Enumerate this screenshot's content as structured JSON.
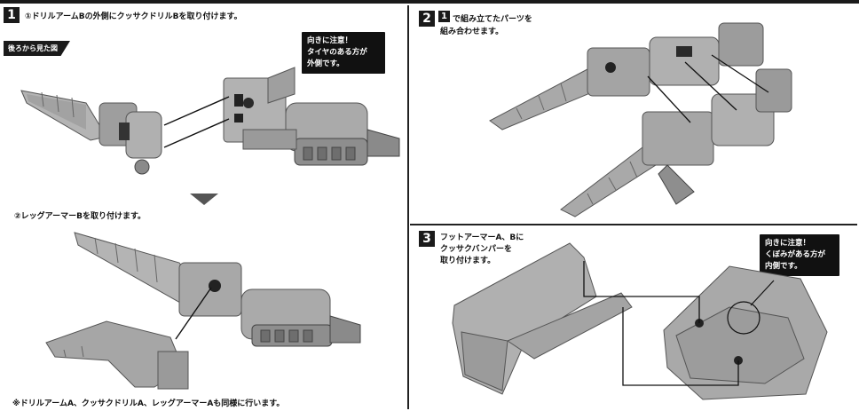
{
  "step1": {
    "number": "1",
    "instruction": "①ドリルアームBの外側にクッサクドリルBを取り付けます。",
    "view_tag": "後ろから見た図",
    "note_line1": "向きに注意！",
    "note_line2": "タイヤのある方が",
    "note_line3": "外側です。",
    "instruction2": "②レッグアーマーBを取り付けます。",
    "footnote": "※ドリルアームA、クッサクドリルA、レッグアーマーAも同様に行います。"
  },
  "step2": {
    "number": "2",
    "inline_number": "1",
    "line1": "で組み立てたパーツを",
    "line2": "組み合わせます。"
  },
  "step3": {
    "number": "3",
    "line1": "フットアーマーA、Bに",
    "line2": "クッサクバンパーを",
    "line3": "取り付けます。",
    "note_line1": "向きに注意！",
    "note_line2": "くぼみがある方が",
    "note_line3": "内側です。"
  },
  "colors": {
    "part_fill": "#a9a9a9",
    "part_shadow": "#6f6f6f",
    "ink": "#1a1a1a"
  }
}
